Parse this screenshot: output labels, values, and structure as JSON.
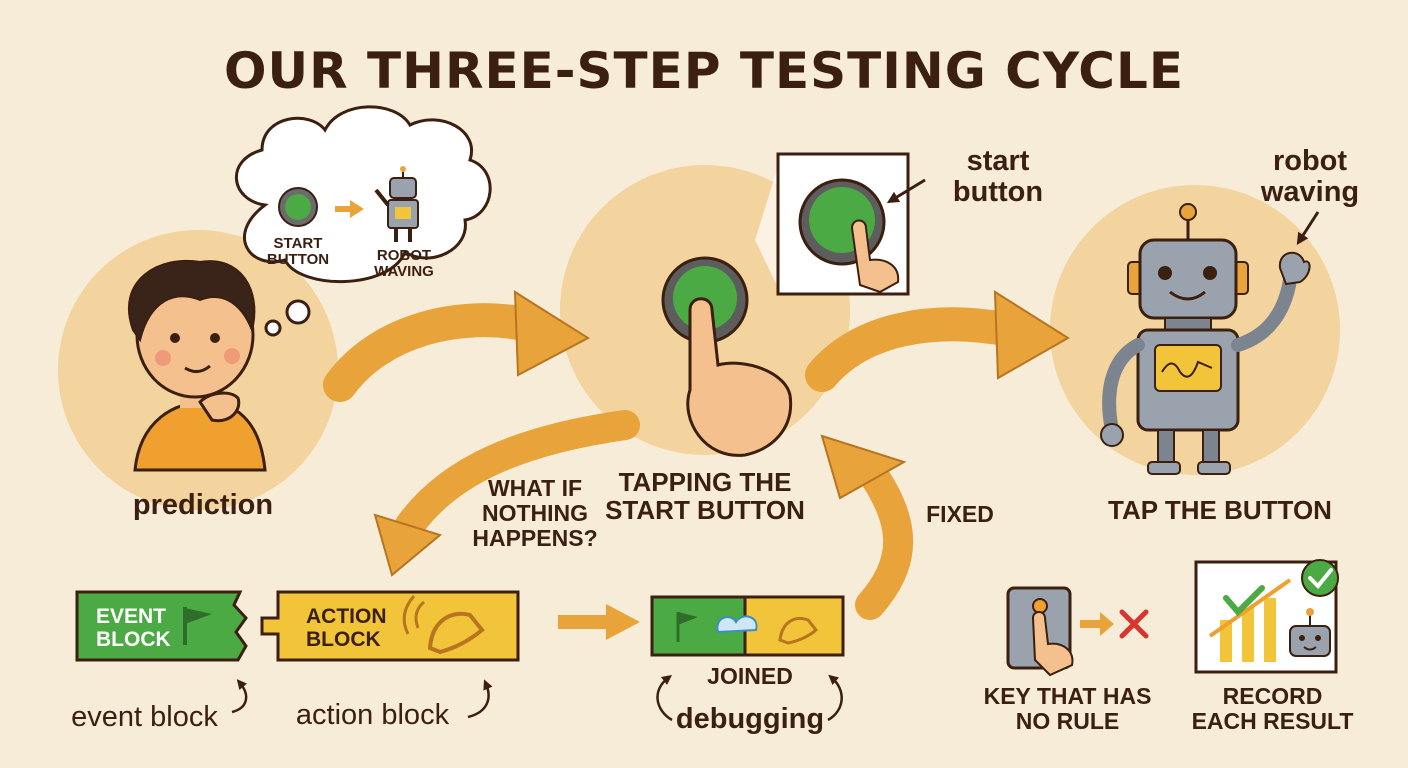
{
  "title": "OUR THREE-STEP TESTING CYCLE",
  "steps": {
    "prediction": "prediction",
    "tapping": "TAPPING THE\nSTART BUTTON",
    "tap_button": "TAP THE BUTTON"
  },
  "thought_bubble": {
    "start_button": "START\nBUTTON",
    "robot_waving": "ROBOT\nWAVING"
  },
  "callouts": {
    "start_button": "start\nbutton",
    "robot_waving": "robot\nwaving"
  },
  "arrows": {
    "what_if": "WHAT IF\nNOTHING\nHAPPENS?",
    "fixed": "FIXED"
  },
  "blocks": {
    "event_block": "EVENT\nBLOCK",
    "action_block": "ACTION\nBLOCK",
    "event_caption": "event block",
    "action_caption": "action block",
    "joined": "JOINED",
    "debugging": "debugging"
  },
  "extras": {
    "key_no_rule": "KEY THAT HAS\nNO RULE",
    "record_result": "RECORD\nEACH RESULT"
  },
  "colors": {
    "background": "#f7ecd7",
    "circle": "#f3d39e",
    "arrow": "#e8a43a",
    "text": "#3b1f10",
    "event_green": "#4caa44",
    "action_yellow": "#f2c43a",
    "robot_gray": "#9aa3ad"
  }
}
